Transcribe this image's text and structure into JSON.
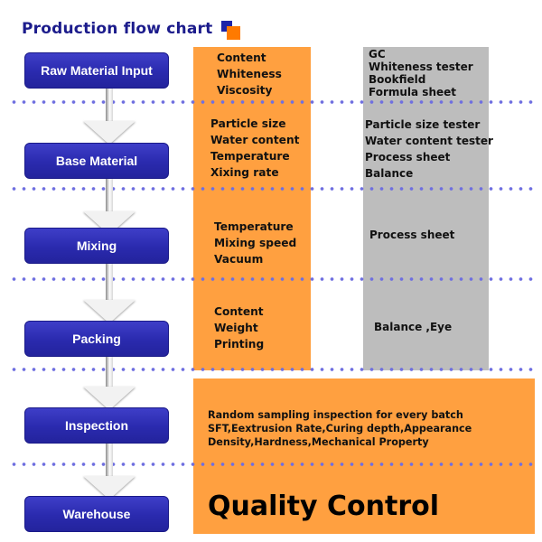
{
  "title": "Production flow chart",
  "colors": {
    "step_fill": "#2a2aae",
    "orange_panel": "#ffa040",
    "gray_panel": "#bdbdbd",
    "dotted_line": "#6f6fe0",
    "title_text": "#1c1c8c"
  },
  "steps": [
    {
      "label": "Raw Material Input",
      "parameters": [
        "Content",
        "Whiteness",
        "Viscosity"
      ],
      "tools": [
        "GC",
        "Whiteness tester",
        "Bookfield",
        "Formula sheet"
      ]
    },
    {
      "label": "Base Material",
      "parameters": [
        "Particle size",
        "Water content",
        "Temperature",
        "Xixing rate"
      ],
      "tools": [
        "Particle size tester",
        "Water content tester",
        "Process sheet",
        "Balance"
      ]
    },
    {
      "label": "Mixing",
      "parameters": [
        "Temperature",
        "Mixing speed",
        "Vacuum"
      ],
      "tools": [
        "Process sheet"
      ]
    },
    {
      "label": "Packing",
      "parameters": [
        "Content",
        "Weight",
        "Printing"
      ],
      "tools": [
        "Balance ,Eye"
      ]
    },
    {
      "label": "Inspection"
    },
    {
      "label": "Warehouse"
    }
  ],
  "quality_control": {
    "lines": [
      "Random sampling inspection for every batch",
      "SFT,Eextrusion Rate,Curing depth,Appearance",
      "Density,Hardness,Mechanical Property"
    ],
    "heading": "Quality Control"
  }
}
